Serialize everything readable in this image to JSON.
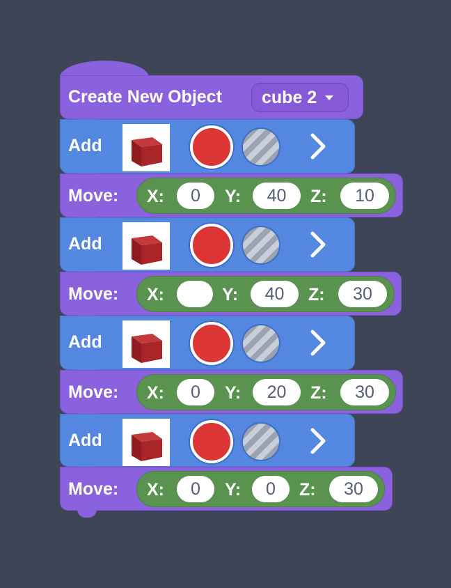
{
  "create_block": {
    "title": "Create New Object",
    "object_dropdown": "cube 2"
  },
  "colors": {
    "background": "#3e4556",
    "looks_purple": "#8a62dd",
    "add_blue": "#5387e0",
    "operator_green": "#5a9350",
    "selected_color": "#dc3535"
  },
  "sequence": [
    {
      "add": {
        "label": "Add",
        "shape": "cube-thumbnail",
        "color": "red",
        "texture": "striped-gray",
        "arrow": "chevron-right-icon"
      },
      "move": {
        "label": "Move:",
        "x_label": "X:",
        "y_label": "Y:",
        "z_label": "Z:",
        "x": "0",
        "y": "40",
        "z": "10"
      }
    },
    {
      "add": {
        "label": "Add",
        "shape": "cube-thumbnail",
        "color": "red",
        "texture": "striped-gray",
        "arrow": "chevron-right-icon"
      },
      "move": {
        "label": "Move:",
        "x_label": "X:",
        "y_label": "Y:",
        "z_label": "Z:",
        "x": "",
        "y": "40",
        "z": "30"
      }
    },
    {
      "add": {
        "label": "Add",
        "shape": "cube-thumbnail",
        "color": "red",
        "texture": "striped-gray",
        "arrow": "chevron-right-icon"
      },
      "move": {
        "label": "Move:",
        "x_label": "X:",
        "y_label": "Y:",
        "z_label": "Z:",
        "x": "0",
        "y": "20",
        "z": "30"
      }
    },
    {
      "add": {
        "label": "Add",
        "shape": "cube-thumbnail",
        "color": "red",
        "texture": "striped-gray",
        "arrow": "chevron-right-icon"
      },
      "move": {
        "label": "Move:",
        "x_label": "X:",
        "y_label": "Y:",
        "z_label": "Z:",
        "x": "0",
        "y": "0",
        "z": "30"
      }
    }
  ]
}
